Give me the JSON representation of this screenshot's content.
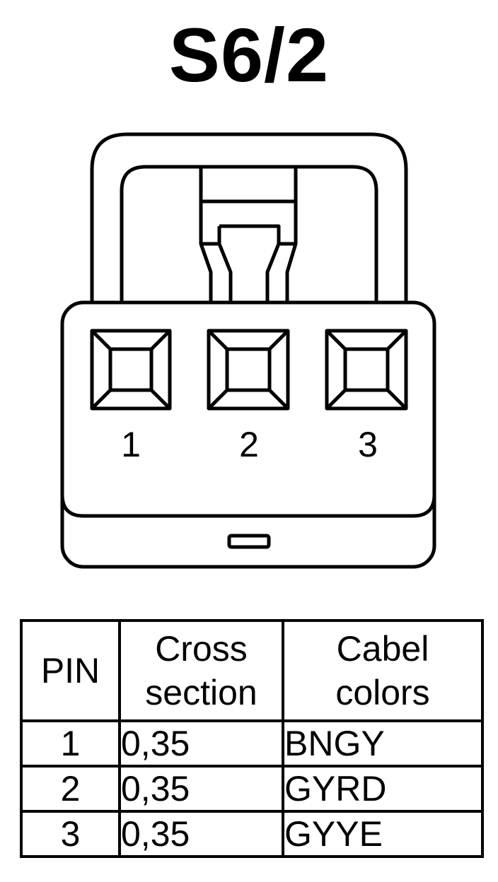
{
  "title": "S6/2",
  "pin_labels": [
    "1",
    "2",
    "3"
  ],
  "table": {
    "headers": {
      "pin": "PIN",
      "cross_section": [
        "Cross",
        "section"
      ],
      "cable_colors": [
        "Cabel",
        "colors"
      ]
    },
    "rows": [
      {
        "pin": "1",
        "cross_section": "0,35",
        "color": "BNGY"
      },
      {
        "pin": "2",
        "cross_section": "0,35",
        "color": "GYRD"
      },
      {
        "pin": "3",
        "cross_section": "0,35",
        "color": "GYYE"
      }
    ]
  }
}
